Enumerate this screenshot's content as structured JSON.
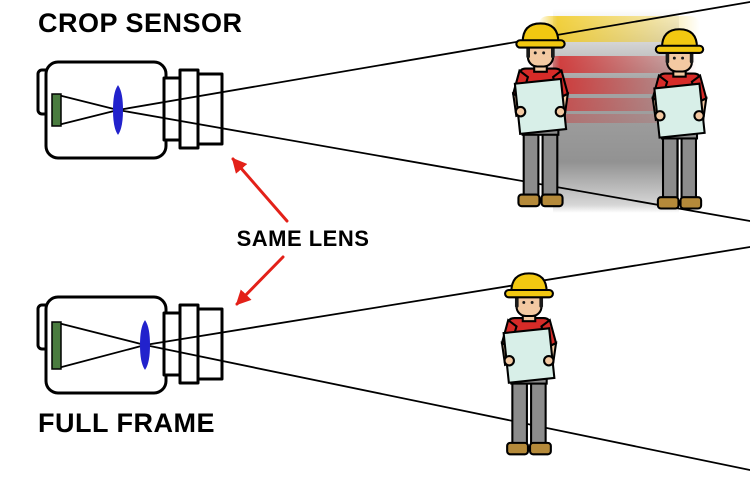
{
  "diagram": {
    "labels": {
      "crop_sensor": "CROP SENSOR",
      "same_lens": "SAME LENS",
      "full_frame": "FULL FRAME"
    },
    "colors": {
      "background": "#ffffff",
      "line": "#000000",
      "camera_fill": "#ffffff",
      "sensor_green": "#4a7c3f",
      "lens_blue": "#2222cc",
      "arrow_red": "#e32119",
      "hat_yellow": "#f2c811",
      "shirt_red": "#d62b28",
      "pants_gray": "#8c8c8c",
      "paper_cyan": "#d8efe8",
      "skin": "#f3c9a2",
      "hair_black": "#1a1a1a",
      "boot_brown": "#b58a3a",
      "blur_gray": "#9e9e9e"
    }
  }
}
